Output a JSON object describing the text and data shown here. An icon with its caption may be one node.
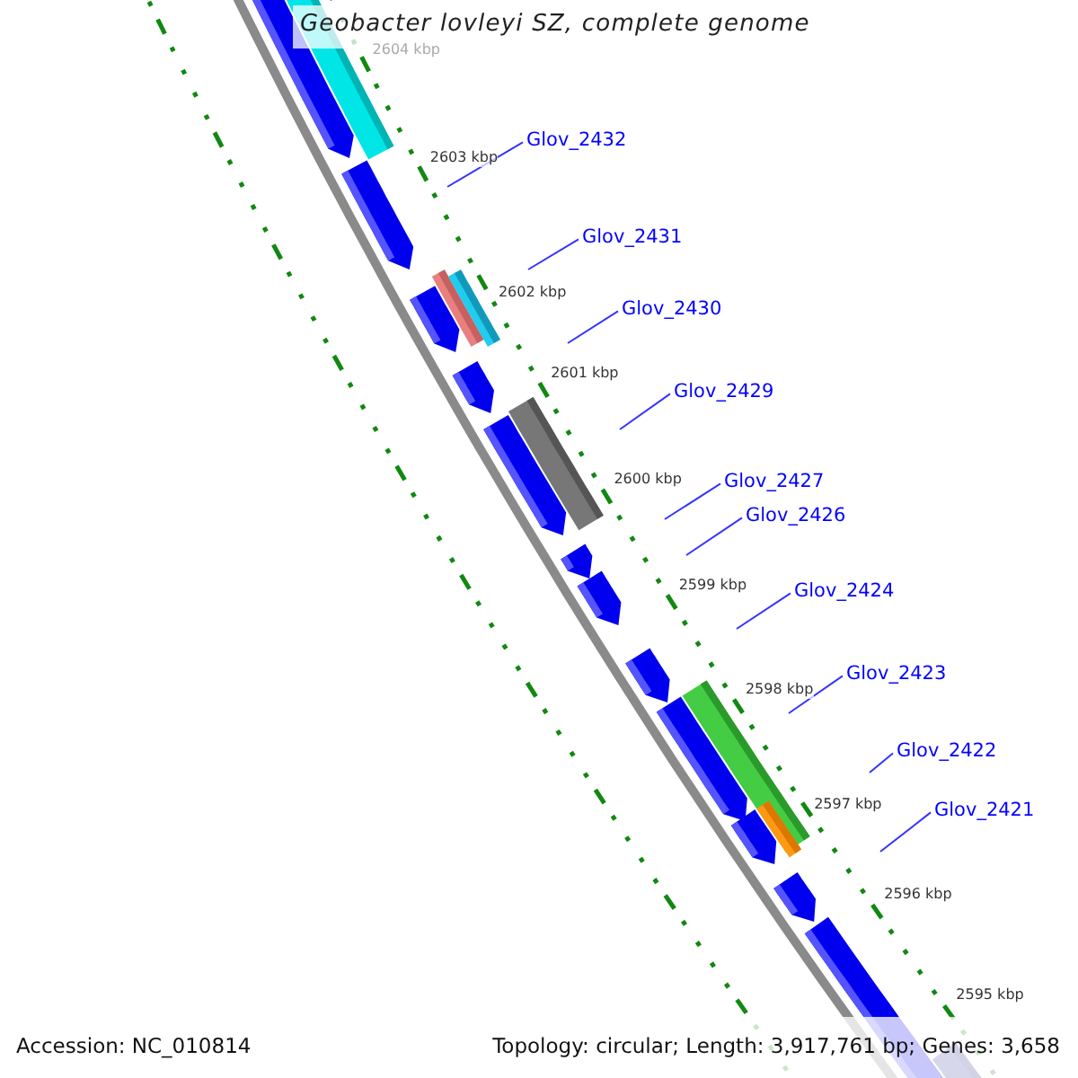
{
  "diagram": {
    "title": "Geobacter lovleyi SZ, complete genome",
    "nodes": [
      {
        "text": [
          "Glov_2432"
        ]
      },
      {
        "text": [
          "Glov_2431"
        ]
      },
      {
        "text": [
          "Glov_2430"
        ]
      },
      {
        "text": [
          "Glov_2429"
        ]
      },
      {
        "text": [
          "Glov_2427"
        ]
      },
      {
        "text": [
          "Glov_2426"
        ]
      },
      {
        "text": [
          "Glov_2424"
        ]
      },
      {
        "text": [
          "Glov_2423"
        ]
      },
      {
        "text": [
          "Glov_2422"
        ]
      },
      {
        "text": [
          "Glov_2421"
        ]
      }
    ],
    "edges": [
      {
        "from": 0,
        "to": null,
        "arrow": "none"
      },
      {
        "from": 1,
        "to": null,
        "arrow": "none"
      },
      {
        "from": 2,
        "to": null,
        "arrow": "none"
      },
      {
        "from": 3,
        "to": null,
        "arrow": "none"
      },
      {
        "from": 4,
        "to": null,
        "arrow": "none"
      },
      {
        "from": 5,
        "to": null,
        "arrow": "none"
      },
      {
        "from": 6,
        "to": null,
        "arrow": "none"
      },
      {
        "from": 7,
        "to": null,
        "arrow": "none"
      },
      {
        "from": 8,
        "to": null,
        "arrow": "none"
      },
      {
        "from": 9,
        "to": null,
        "arrow": "none"
      }
    ],
    "labels": [
      "2604 kbp",
      "2603 kbp",
      "2602 kbp",
      "2601 kbp",
      "2600 kbp",
      "2599 kbp",
      "2598 kbp",
      "2597 kbp",
      "2596 kbp",
      "2595 kbp",
      "Accession: NC_010814",
      "Topology: circular; Length: 3,917,761 bp; Genes: 3,658"
    ]
  }
}
